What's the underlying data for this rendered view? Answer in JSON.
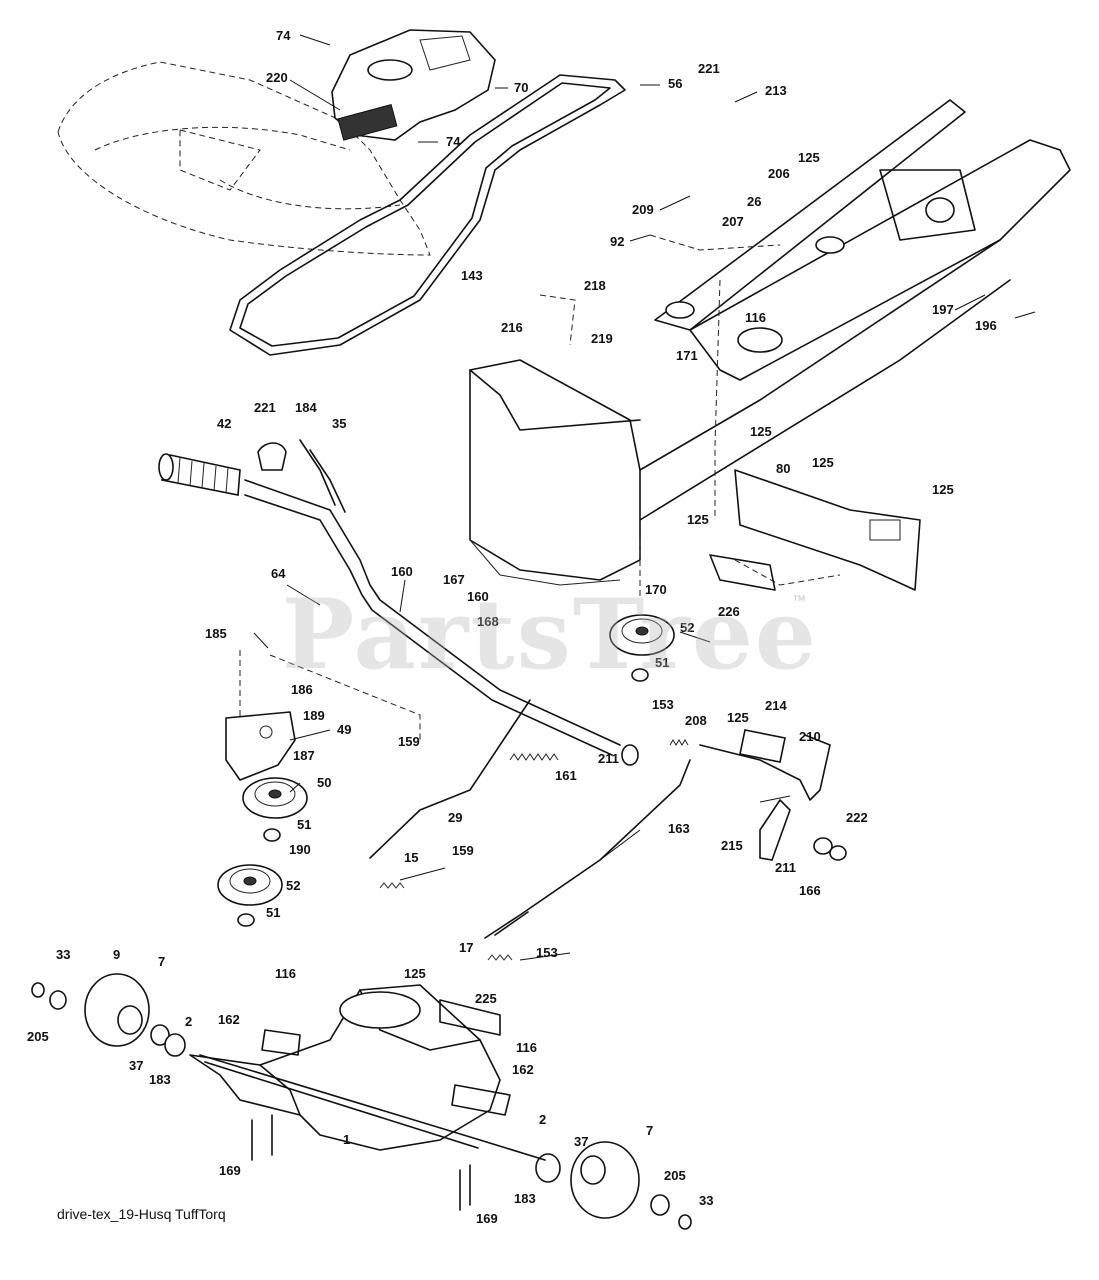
{
  "caption": "drive-tex_19-Husq TuffTorq",
  "watermark": {
    "text": "PartsTree",
    "trademark": "™"
  },
  "callouts": [
    {
      "id": "c1",
      "label": "74"
    },
    {
      "id": "c2",
      "label": "220"
    },
    {
      "id": "c3",
      "label": "70"
    },
    {
      "id": "c4",
      "label": "74"
    },
    {
      "id": "c5",
      "label": "56"
    },
    {
      "id": "c6",
      "label": "221"
    },
    {
      "id": "c7",
      "label": "213"
    },
    {
      "id": "c8",
      "label": "125"
    },
    {
      "id": "c9",
      "label": "206"
    },
    {
      "id": "c10",
      "label": "26"
    },
    {
      "id": "c11",
      "label": "209"
    },
    {
      "id": "c12",
      "label": "207"
    },
    {
      "id": "c13",
      "label": "92"
    },
    {
      "id": "c14",
      "label": "143"
    },
    {
      "id": "c15",
      "label": "218"
    },
    {
      "id": "c16",
      "label": "216"
    },
    {
      "id": "c17",
      "label": "219"
    },
    {
      "id": "c18",
      "label": "116"
    },
    {
      "id": "c19",
      "label": "171"
    },
    {
      "id": "c20",
      "label": "197"
    },
    {
      "id": "c21",
      "label": "196"
    },
    {
      "id": "c22",
      "label": "42"
    },
    {
      "id": "c23",
      "label": "221"
    },
    {
      "id": "c24",
      "label": "184"
    },
    {
      "id": "c25",
      "label": "35"
    },
    {
      "id": "c26",
      "label": "125"
    },
    {
      "id": "c27",
      "label": "80"
    },
    {
      "id": "c28",
      "label": "125"
    },
    {
      "id": "c29",
      "label": "125"
    },
    {
      "id": "c30",
      "label": "125"
    },
    {
      "id": "c31",
      "label": "64"
    },
    {
      "id": "c32",
      "label": "160"
    },
    {
      "id": "c33",
      "label": "167"
    },
    {
      "id": "c34",
      "label": "160"
    },
    {
      "id": "c35",
      "label": "168"
    },
    {
      "id": "c36",
      "label": "170"
    },
    {
      "id": "c37",
      "label": "226"
    },
    {
      "id": "c38",
      "label": "52"
    },
    {
      "id": "c39",
      "label": "51"
    },
    {
      "id": "c40",
      "label": "185"
    },
    {
      "id": "c41",
      "label": "186"
    },
    {
      "id": "c42",
      "label": "189"
    },
    {
      "id": "c43",
      "label": "49"
    },
    {
      "id": "c44",
      "label": "159"
    },
    {
      "id": "c45",
      "label": "187"
    },
    {
      "id": "c46",
      "label": "153"
    },
    {
      "id": "c47",
      "label": "208"
    },
    {
      "id": "c48",
      "label": "125"
    },
    {
      "id": "c49",
      "label": "214"
    },
    {
      "id": "c50",
      "label": "210"
    },
    {
      "id": "c51",
      "label": "50"
    },
    {
      "id": "c52",
      "label": "161"
    },
    {
      "id": "c53",
      "label": "211"
    },
    {
      "id": "c54",
      "label": "51"
    },
    {
      "id": "c55",
      "label": "29"
    },
    {
      "id": "c56",
      "label": "163"
    },
    {
      "id": "c57",
      "label": "222"
    },
    {
      "id": "c58",
      "label": "190"
    },
    {
      "id": "c59",
      "label": "15"
    },
    {
      "id": "c60",
      "label": "159"
    },
    {
      "id": "c61",
      "label": "215"
    },
    {
      "id": "c62",
      "label": "211"
    },
    {
      "id": "c63",
      "label": "166"
    },
    {
      "id": "c64",
      "label": "52"
    },
    {
      "id": "c65",
      "label": "51"
    },
    {
      "id": "c66",
      "label": "17"
    },
    {
      "id": "c67",
      "label": "153"
    },
    {
      "id": "c68",
      "label": "33"
    },
    {
      "id": "c69",
      "label": "9"
    },
    {
      "id": "c70",
      "label": "7"
    },
    {
      "id": "c71",
      "label": "116"
    },
    {
      "id": "c72",
      "label": "125"
    },
    {
      "id": "c73",
      "label": "225"
    },
    {
      "id": "c74",
      "label": "205"
    },
    {
      "id": "c75",
      "label": "162"
    },
    {
      "id": "c76",
      "label": "2"
    },
    {
      "id": "c77",
      "label": "116"
    },
    {
      "id": "c78",
      "label": "37"
    },
    {
      "id": "c79",
      "label": "183"
    },
    {
      "id": "c80",
      "label": "162"
    },
    {
      "id": "c81",
      "label": "2"
    },
    {
      "id": "c82",
      "label": "7"
    },
    {
      "id": "c83",
      "label": "37"
    },
    {
      "id": "c84",
      "label": "1"
    },
    {
      "id": "c85",
      "label": "169"
    },
    {
      "id": "c86",
      "label": "183"
    },
    {
      "id": "c87",
      "label": "205"
    },
    {
      "id": "c88",
      "label": "169"
    },
    {
      "id": "c89",
      "label": "33"
    }
  ]
}
